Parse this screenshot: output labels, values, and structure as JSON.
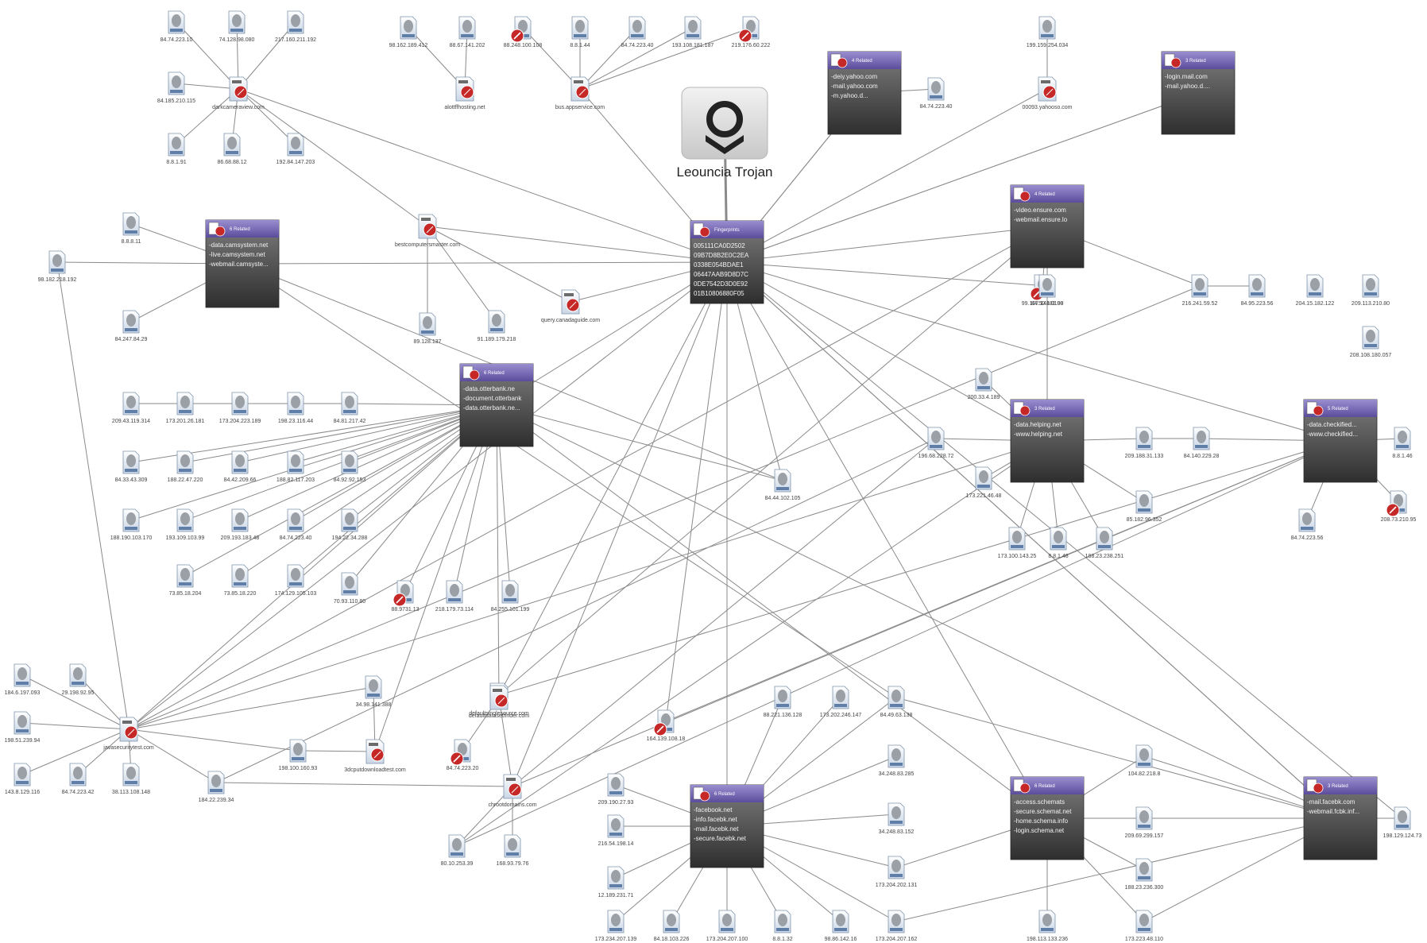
{
  "title": "Leouncia Trojan",
  "colors": {
    "edge": "#8a8a8a",
    "box_top": "#7a7a7a",
    "box_bottom": "#2f2f2f",
    "header": "#7b6bb8",
    "malicious": "#c62828",
    "icon": "#9aa3ad"
  },
  "hub": {
    "header": "Fingerprints",
    "lines": [
      "005111CA0D2502",
      "09B7D8B2E0C2EA",
      "0338E054BDAE1",
      "06447AAB9D8D7C",
      "0DE7542D3D0E92",
      "01B10806880F05"
    ]
  },
  "boxes": [
    {
      "id": "b1",
      "header": "6 Related",
      "lines": [
        "-data.camsystem.net",
        "-live.camsystem.net",
        "-webmail.camsyste..."
      ]
    },
    {
      "id": "b2",
      "header": "6 Related",
      "lines": [
        "-data.otterbank.ne",
        "-document.otterbank",
        "-data.otterbank.ne..."
      ]
    },
    {
      "id": "b3",
      "header": "4 Related",
      "lines": [
        "-deiy.yahoo.com",
        "-mail.yahoo.com",
        "-m.yahoo.d..."
      ]
    },
    {
      "id": "b4",
      "header": "3 Related",
      "lines": [
        "-login.mail.com",
        "-mail.yahoo.d...."
      ]
    },
    {
      "id": "b5",
      "header": "4 Related",
      "lines": [
        "-video.ensure.com",
        "-webmail.ensure.lo"
      ]
    },
    {
      "id": "b6",
      "header": "3 Related",
      "lines": [
        "-data.helping.net",
        "-www.helping.net"
      ]
    },
    {
      "id": "b7",
      "header": "5 Related",
      "lines": [
        "-data.checkified...",
        "-www.checkified..."
      ]
    },
    {
      "id": "b8",
      "header": "6 Related",
      "lines": [
        "-facebook.net",
        "-info.facebk.net",
        "-mail.facebk.net",
        "-secure.facebk.net"
      ]
    },
    {
      "id": "b9",
      "header": "6 Related",
      "lines": [
        "-access.schemats",
        "-secure.schemat.net",
        "-home.schema.info",
        "-login.schema.net"
      ]
    },
    {
      "id": "b10",
      "header": "3 Related",
      "lines": [
        "-mail.facebk.com",
        "-webmail.fcbk.inf..."
      ]
    }
  ],
  "domains": [
    {
      "id": "d1",
      "label": "darkcameraview.com"
    },
    {
      "id": "d2",
      "label": "alottffhosting.net"
    },
    {
      "id": "d3",
      "label": "bus.appservice.com"
    },
    {
      "id": "d4",
      "label": "00093.yahooso.com"
    },
    {
      "id": "d5",
      "label": "bestcomputersmaster.com"
    },
    {
      "id": "d6",
      "label": "query.canadaguide.com"
    },
    {
      "id": "d7",
      "label": "javasecuritytest.com"
    },
    {
      "id": "d8",
      "label": "defaultsinglesource.com"
    },
    {
      "id": "d9",
      "label": "defaultdatasetfinder.com"
    },
    {
      "id": "d10",
      "label": "3dcputdownloadtest.com"
    },
    {
      "id": "d11",
      "label": "chrootdomains.com"
    }
  ],
  "ips": [
    {
      "id": "i1",
      "label": "84.74.223.10"
    },
    {
      "id": "i2",
      "label": "74.128.98.080"
    },
    {
      "id": "i3",
      "label": "217.160.211.192"
    },
    {
      "id": "i4",
      "label": "84.185.210.115"
    },
    {
      "id": "i5",
      "label": "8.8.1.91"
    },
    {
      "id": "i6",
      "label": "86.68.88.12"
    },
    {
      "id": "i7",
      "label": "192.84.147.203"
    },
    {
      "id": "i8",
      "label": "98.162.189.412"
    },
    {
      "id": "i9",
      "label": "88.67.141.202"
    },
    {
      "id": "i10",
      "label": "88.248.100.108"
    },
    {
      "id": "i11",
      "label": "8.8.1.44"
    },
    {
      "id": "i12",
      "label": "84.74.223.40"
    },
    {
      "id": "i13",
      "label": "193.108.181.187"
    },
    {
      "id": "i14",
      "label": "219.176.60.222"
    },
    {
      "id": "i15",
      "label": "84.74.223.40"
    },
    {
      "id": "i16",
      "label": "199.159.254.034"
    },
    {
      "id": "i17",
      "label": "8.8.8.11"
    },
    {
      "id": "i18",
      "label": "98.182.218.192"
    },
    {
      "id": "i19",
      "label": "84.247.84.29"
    },
    {
      "id": "i20",
      "label": "89.128.137"
    },
    {
      "id": "i21",
      "label": "91.189.179.218"
    },
    {
      "id": "i22",
      "label": "99.107.148.0100"
    },
    {
      "id": "i23",
      "label": "84.50.181.98"
    },
    {
      "id": "i24",
      "label": "216.241.59.52"
    },
    {
      "id": "i25",
      "label": "84.95.223.56"
    },
    {
      "id": "i26",
      "label": "204.15.182.122"
    },
    {
      "id": "i27",
      "label": "209.113.210.80"
    },
    {
      "id": "i28",
      "label": "208.108.180.057"
    },
    {
      "id": "i29",
      "label": "209.43.119.314"
    },
    {
      "id": "i30",
      "label": "173.201.26.181"
    },
    {
      "id": "i31",
      "label": "173.204.223.189"
    },
    {
      "id": "i32",
      "label": "198.23.116.44"
    },
    {
      "id": "i33",
      "label": "84.81.217.42"
    },
    {
      "id": "i34",
      "label": "84.33.43.309"
    },
    {
      "id": "i35",
      "label": "188.22.47.220"
    },
    {
      "id": "i36",
      "label": "84.42.209.66"
    },
    {
      "id": "i37",
      "label": "188.82.117.203"
    },
    {
      "id": "i38",
      "label": "84.92.92.153"
    },
    {
      "id": "i39",
      "label": "188.190.103.170"
    },
    {
      "id": "i40",
      "label": "193.109.103.99"
    },
    {
      "id": "i41",
      "label": "209.193.183.48"
    },
    {
      "id": "i42",
      "label": "84.74.223.40"
    },
    {
      "id": "i43",
      "label": "194.22.34.288"
    },
    {
      "id": "i44",
      "label": "73.85.18.204"
    },
    {
      "id": "i45",
      "label": "73.85.18.220"
    },
    {
      "id": "i46",
      "label": "174.129.105.103"
    },
    {
      "id": "i47",
      "label": "70.93.110.80"
    },
    {
      "id": "i48",
      "label": "88.9731.13"
    },
    {
      "id": "i49",
      "label": "218.179.73.114"
    },
    {
      "id": "i50",
      "label": "84.255.101.199"
    },
    {
      "id": "i51",
      "label": "200.33.4.189"
    },
    {
      "id": "i52",
      "label": "84.44.102.105"
    },
    {
      "id": "i53",
      "label": "196.68.228.72"
    },
    {
      "id": "i54",
      "label": "173.221.46.48"
    },
    {
      "id": "i55",
      "label": "209.188.31.133"
    },
    {
      "id": "i56",
      "label": "84.140.229.28"
    },
    {
      "id": "i57",
      "label": "8.8.1.46"
    },
    {
      "id": "i58",
      "label": "85.182.96.352"
    },
    {
      "id": "i59",
      "label": "173.100.143.25"
    },
    {
      "id": "i60",
      "label": "8.8.1.48"
    },
    {
      "id": "i61",
      "label": "188.23.238.251"
    },
    {
      "id": "i62",
      "label": "84.74.223.56"
    },
    {
      "id": "i63",
      "label": "208.73.210.95"
    },
    {
      "id": "i64",
      "label": "184.6.197.093"
    },
    {
      "id": "i65",
      "label": "29.198.92.95"
    },
    {
      "id": "i66",
      "label": "198.51.239.94"
    },
    {
      "id": "i67",
      "label": "143.8.129.116"
    },
    {
      "id": "i68",
      "label": "84.74.223.42"
    },
    {
      "id": "i69",
      "label": "38.113.108.148"
    },
    {
      "id": "i70",
      "label": "184.22.239.34"
    },
    {
      "id": "i71",
      "label": "198.100.160.93"
    },
    {
      "id": "i72",
      "label": "34.98.141.388"
    },
    {
      "id": "i73",
      "label": "84.74.223.20"
    },
    {
      "id": "i74",
      "label": "80.10.253.39"
    },
    {
      "id": "i75",
      "label": "168.93.79.76"
    },
    {
      "id": "i76",
      "label": "164.139.108.18"
    },
    {
      "id": "i77",
      "label": "88.221.136.128"
    },
    {
      "id": "i78",
      "label": "173.202.246.147"
    },
    {
      "id": "i79",
      "label": "84.49.63.138"
    },
    {
      "id": "i80",
      "label": "34.248.83.285"
    },
    {
      "id": "i81",
      "label": "34.248.83.152"
    },
    {
      "id": "i82",
      "label": "173.204.202.131"
    },
    {
      "id": "i83",
      "label": "209.190.27.93"
    },
    {
      "id": "i84",
      "label": "216.54.198.14"
    },
    {
      "id": "i85",
      "label": "12.189.231.71"
    },
    {
      "id": "i86",
      "label": "173.234.207.139"
    },
    {
      "id": "i87",
      "label": "84.18.103.226"
    },
    {
      "id": "i88",
      "label": "173.204.207.100"
    },
    {
      "id": "i89",
      "label": "8.8.1.32"
    },
    {
      "id": "i90",
      "label": "98.86.142.16"
    },
    {
      "id": "i91",
      "label": "173.204.207.162"
    },
    {
      "id": "i92",
      "label": "104.82.218.8"
    },
    {
      "id": "i93",
      "label": "209.69.299.157"
    },
    {
      "id": "i94",
      "label": "188.23.236.300"
    },
    {
      "id": "i95",
      "label": "198.113.133.236"
    },
    {
      "id": "i96",
      "label": "173.223.48.110"
    },
    {
      "id": "i97",
      "label": "198.129.124.73"
    }
  ],
  "malicious_ips": [
    "i10",
    "i14",
    "i22",
    "i48",
    "i63",
    "i73",
    "i76"
  ]
}
